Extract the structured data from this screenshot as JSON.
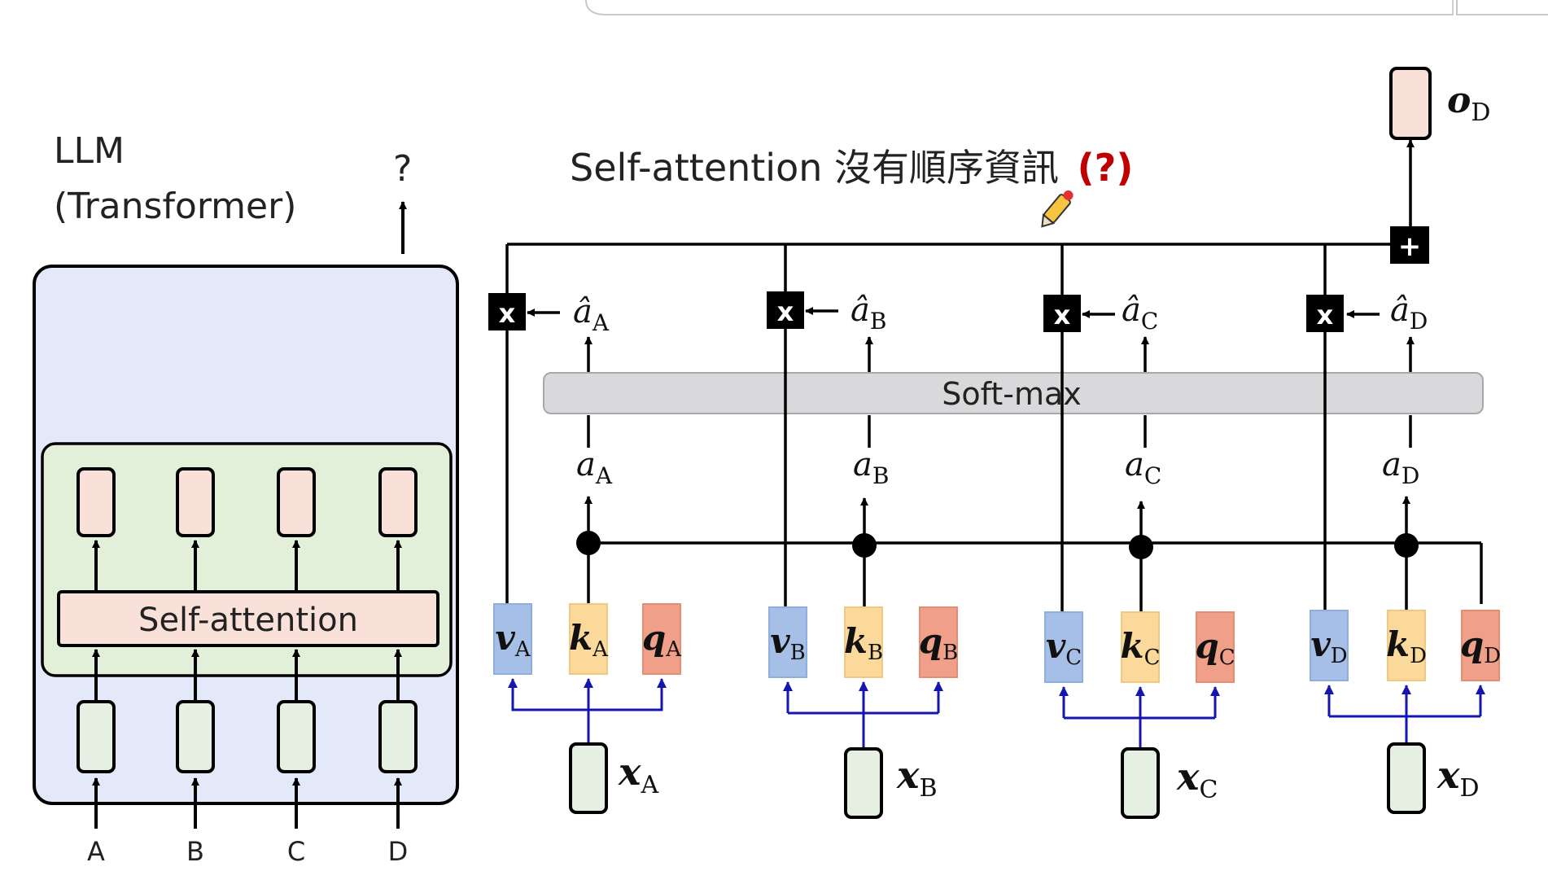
{
  "browser": {
    "address_bar_text": ""
  },
  "left_panel": {
    "title_line1": "LLM",
    "title_line2": "(Transformer)",
    "output_mark": "?",
    "self_attention_label": "Self-attention",
    "inputs": [
      "A",
      "B",
      "C",
      "D"
    ]
  },
  "right_panel": {
    "headline": "Self-attention 沒有順序資訊",
    "headline_note": "(?)",
    "softmax_label": "Soft-max",
    "multiply_symbol": "x",
    "sum_symbol": "+",
    "output": {
      "symbol": "o",
      "sub": "D"
    },
    "columns": [
      {
        "x_sym": "x",
        "x_sub": "A",
        "v_sym": "v",
        "k_sym": "k",
        "q_sym": "q",
        "sub": "A",
        "a_sym": "a",
        "ahat_sym": "â"
      },
      {
        "x_sym": "x",
        "x_sub": "B",
        "v_sym": "v",
        "k_sym": "k",
        "q_sym": "q",
        "sub": "B",
        "a_sym": "a",
        "ahat_sym": "â"
      },
      {
        "x_sym": "x",
        "x_sub": "C",
        "v_sym": "v",
        "k_sym": "k",
        "q_sym": "q",
        "sub": "C",
        "a_sym": "a",
        "ahat_sym": "â"
      },
      {
        "x_sym": "x",
        "x_sub": "D",
        "v_sym": "v",
        "k_sym": "k",
        "q_sym": "q",
        "sub": "D",
        "a_sym": "a",
        "ahat_sym": "â"
      }
    ]
  },
  "colors": {
    "panel_blue": "#e3e9f8",
    "panel_green": "#e2efd9",
    "box_pink": "#f9e0d8",
    "box_green": "#e6f0e2",
    "v_blue": "#a6bfe6",
    "k_yellow": "#fbd99a",
    "q_salmon": "#f0a088",
    "link_blue": "#1515b0",
    "accent_red": "#c00000",
    "softmax_gray": "#d9d9db"
  },
  "icons": {
    "cursor": "pencil-cursor-icon"
  }
}
